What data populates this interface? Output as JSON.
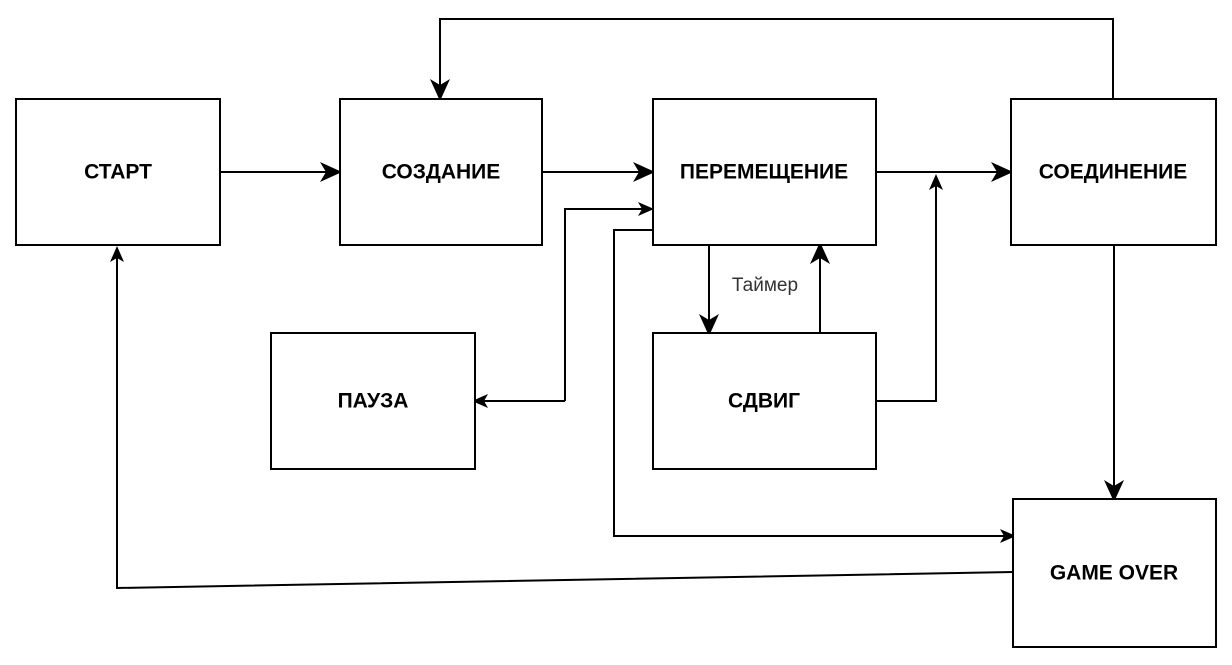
{
  "diagram": {
    "nodes": {
      "start": {
        "label": "СТАРТ"
      },
      "create": {
        "label": "СОЗДАНИЕ"
      },
      "move": {
        "label": "ПЕРЕМЕЩЕНИЕ"
      },
      "join": {
        "label": "СОЕДИНЕНИЕ"
      },
      "pause": {
        "label": "ПАУЗА"
      },
      "shift": {
        "label": "СДВИГ"
      },
      "gameover": {
        "label": "GAME OVER"
      }
    },
    "edges": {
      "timer": {
        "label": "Таймер"
      }
    },
    "colors": {
      "stroke": "#000000",
      "fill": "#ffffff",
      "edge_label": "#333333"
    }
  }
}
